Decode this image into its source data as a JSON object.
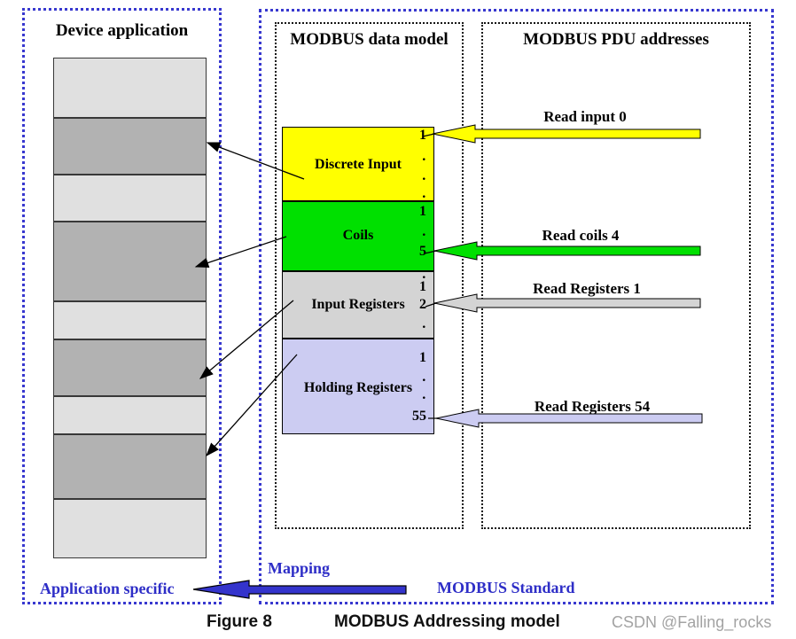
{
  "figure": {
    "caption_label": "Figure 8",
    "caption_title": "MODBUS Addressing model",
    "watermark": "CSDN @Falling_rocks"
  },
  "left_panel": {
    "title": "Device application",
    "footer_label": "Application specific"
  },
  "mapping": {
    "arrow_label": "Mapping",
    "standard_label": "MODBUS Standard"
  },
  "data_model": {
    "title": "MODBUS data model",
    "blocks": [
      {
        "label": "Discrete Input",
        "addresses": [
          "1",
          "·",
          "·",
          "·"
        ]
      },
      {
        "label": "Coils",
        "addresses": [
          "1",
          "·",
          "5"
        ]
      },
      {
        "label": "Input Registers",
        "addresses": [
          "·",
          "1",
          "2",
          "·"
        ]
      },
      {
        "label": "Holding Registers",
        "addresses": [
          "1",
          "·",
          "·",
          "55"
        ]
      }
    ]
  },
  "pdu_panel": {
    "title": "MODBUS PDU addresses",
    "requests": [
      {
        "label": "Read input 0",
        "points_to": "1"
      },
      {
        "label": "Read coils 4",
        "points_to": "5"
      },
      {
        "label": "Read Registers 1",
        "points_to": "2"
      },
      {
        "label": "Read Registers 54",
        "points_to": "55"
      }
    ]
  },
  "colors": {
    "yellow": "#ffff00",
    "green": "#00e000",
    "gray_block": "#d4d4d4",
    "lavender": "#ccccf2",
    "band_light": "#e0e0e0",
    "band_dark": "#b2b2b2",
    "blue_accent": "#2e2ec7",
    "blue_arrow": "#3434cc",
    "watermark_gray": "#a3a3a3"
  }
}
